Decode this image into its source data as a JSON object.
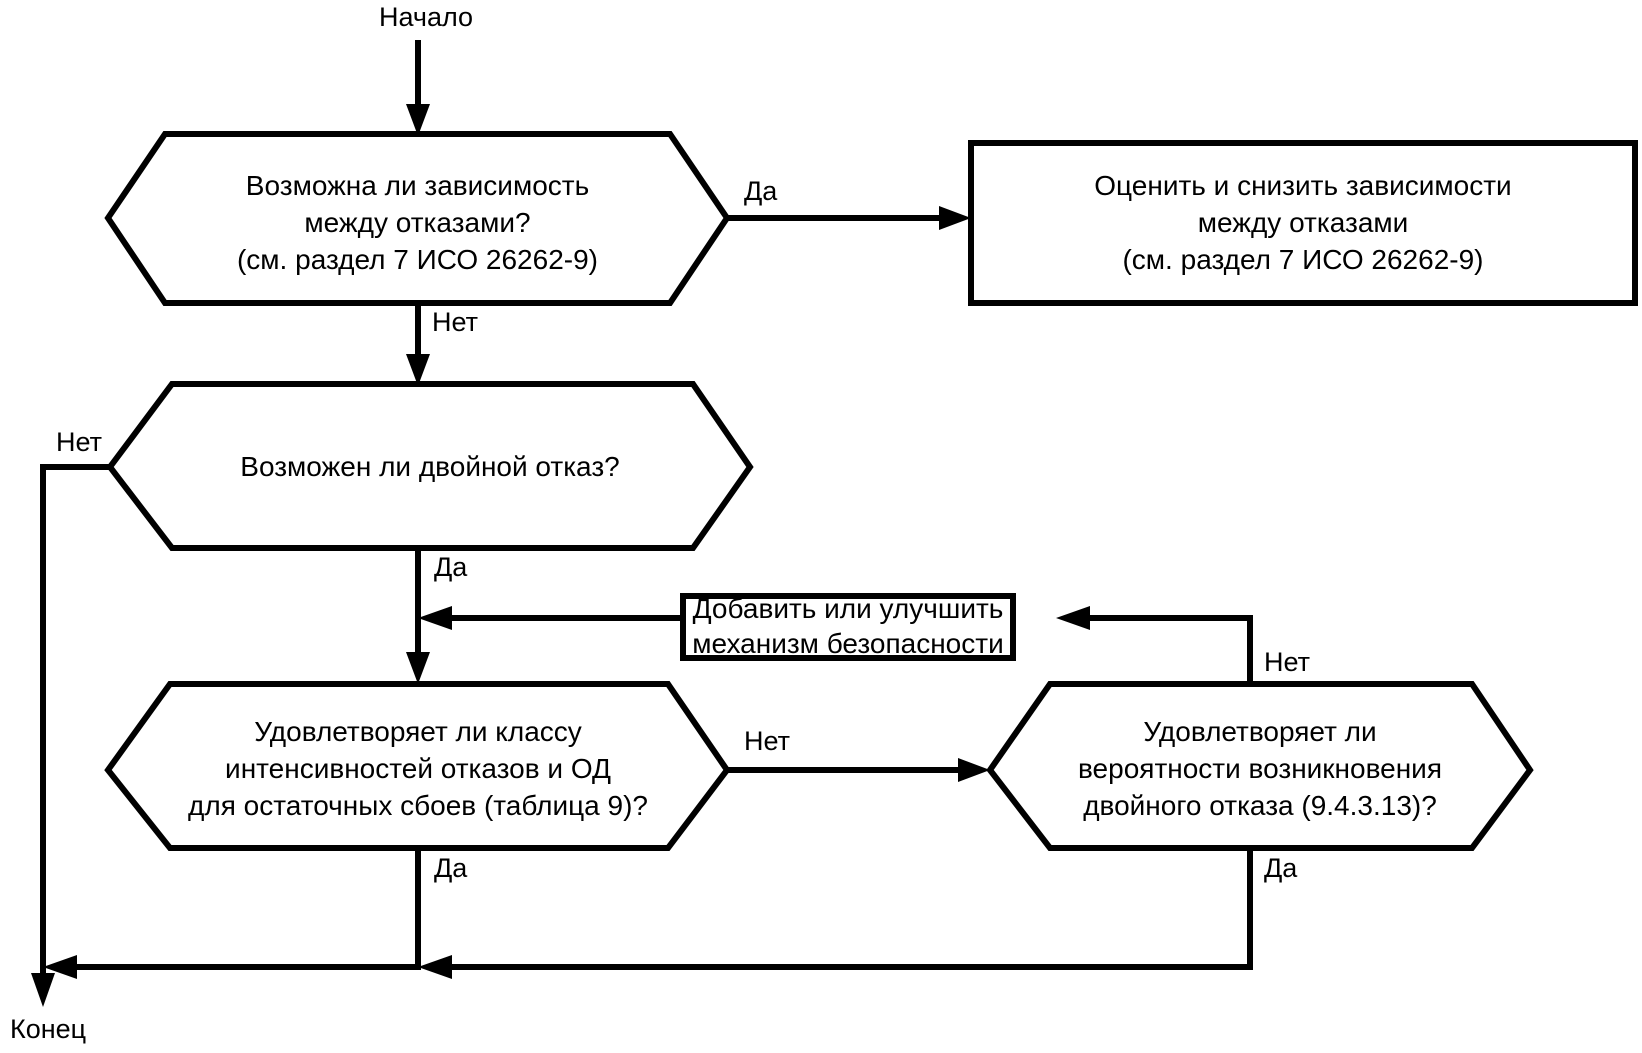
{
  "diagram": {
    "title_label": "Начало",
    "end_label": "Конец",
    "stroke_color": "#000000",
    "fill_color": "#ffffff",
    "nodes": {
      "start": {
        "label": "Начало"
      },
      "decision_dependency": {
        "shape": "hexagon",
        "text": "Возможна ли зависимость\nмежду отказами?\n(см. раздел 7 ИСО 26262-9)"
      },
      "action_reduce_dependency": {
        "shape": "rectangle",
        "text": "Оценить и снизить зависимости\nмежду отказами\n(см. раздел 7 ИСО 26262-9)"
      },
      "decision_dual_failure": {
        "shape": "hexagon",
        "text": "Возможен ли двойной отказ?"
      },
      "action_add_mechanism": {
        "shape": "rectangle",
        "text": "Добавить или улучшить\nмеханизм безопасности"
      },
      "decision_failure_rate_class": {
        "shape": "hexagon",
        "text": "Удовлетворяет ли классу\nинтенсивностей отказов и ОД\nдля остаточных сбоев (таблица 9)?"
      },
      "decision_dual_failure_probability": {
        "shape": "hexagon",
        "text": "Удовлетворяет ли\nвероятности возникновения\nдвойного отказа (9.4.3.13)?"
      },
      "end": {
        "label": "Конец"
      }
    },
    "edge_labels": {
      "dependency_yes": "Да",
      "dependency_no": "Нет",
      "dual_failure_no": "Нет",
      "dual_failure_yes": "Да",
      "failure_rate_no": "Нет",
      "failure_rate_yes": "Да",
      "probability_no": "Нет",
      "probability_yes": "Да"
    }
  }
}
